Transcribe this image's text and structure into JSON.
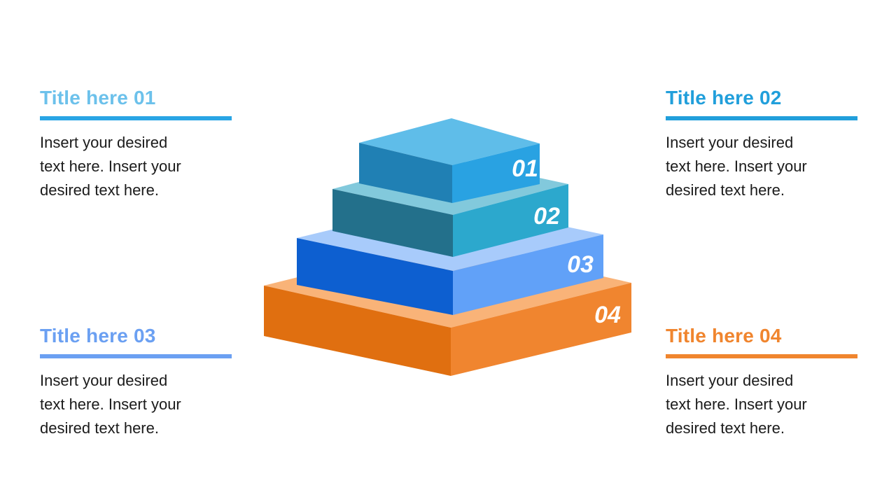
{
  "slide": {
    "background": "#ffffff"
  },
  "text_blocks": [
    {
      "title": "Title here 01",
      "title_color": "#6CC1EB",
      "line_color": "#29A5E5",
      "body_lines": [
        "Insert your desired",
        "text here. Insert your",
        "desired text here."
      ]
    },
    {
      "title": "Title here 02",
      "title_color": "#219FDB",
      "line_color": "#219FDB",
      "body_lines": [
        "Insert your desired",
        "text here. Insert your",
        "desired text here."
      ]
    },
    {
      "title": "Title here 03",
      "title_color": "#6BA0F2",
      "line_color": "#6BA0F2",
      "body_lines": [
        "Insert your desired",
        "text here. Insert your",
        "desired text here."
      ]
    },
    {
      "title": "Title here 04",
      "title_color": "#F0852E",
      "line_color": "#F0852E",
      "body_lines": [
        "Insert your desired",
        "text here. Insert your",
        "desired text here."
      ]
    }
  ],
  "pyramid": {
    "number_color": "#ffffff",
    "layers": [
      {
        "number": "01",
        "face_colors": {
          "top": "#5FBDE9",
          "left": "#2080B4",
          "right": "#29A2E2"
        }
      },
      {
        "number": "02",
        "face_colors": {
          "top": "#82C9DC",
          "left": "#23708B",
          "right": "#2CA8CD"
        }
      },
      {
        "number": "03",
        "face_colors": {
          "top": "#A8CBFB",
          "left": "#0D5FD0",
          "right": "#61A1F8"
        }
      },
      {
        "number": "04",
        "face_colors": {
          "top": "#F9B378",
          "left": "#E06F10",
          "right": "#F0852F"
        }
      }
    ]
  }
}
